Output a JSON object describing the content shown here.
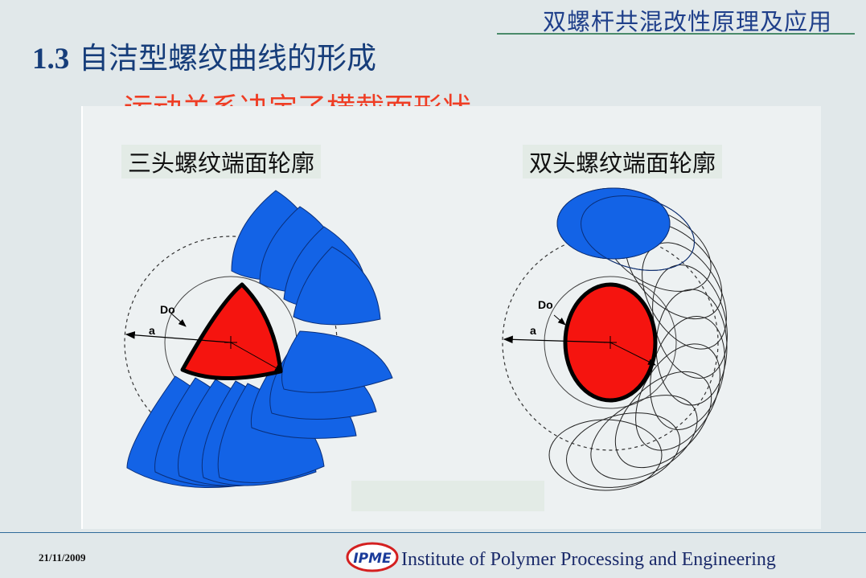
{
  "header": {
    "title": "双螺杆共混改性原理及应用"
  },
  "slide": {
    "number": "1.3",
    "title": "自洁型螺纹曲线的形成",
    "subtitle": "—运动关系决定了横截面形状"
  },
  "figure": {
    "left_caption": "三头螺纹端面轮廓",
    "right_caption": "双头螺纹端面轮廓",
    "labels": {
      "do": "Do",
      "a": "a"
    }
  },
  "footer": {
    "date": "21/11/2009",
    "logo_text": "IPME",
    "organization": "Institute of Polymer Processing and Engineering"
  },
  "colors": {
    "title_blue": "#163d7a",
    "subtitle_red": "#ef3d24",
    "profile_blue": "#1363e6",
    "profile_red": "#f5140f"
  }
}
